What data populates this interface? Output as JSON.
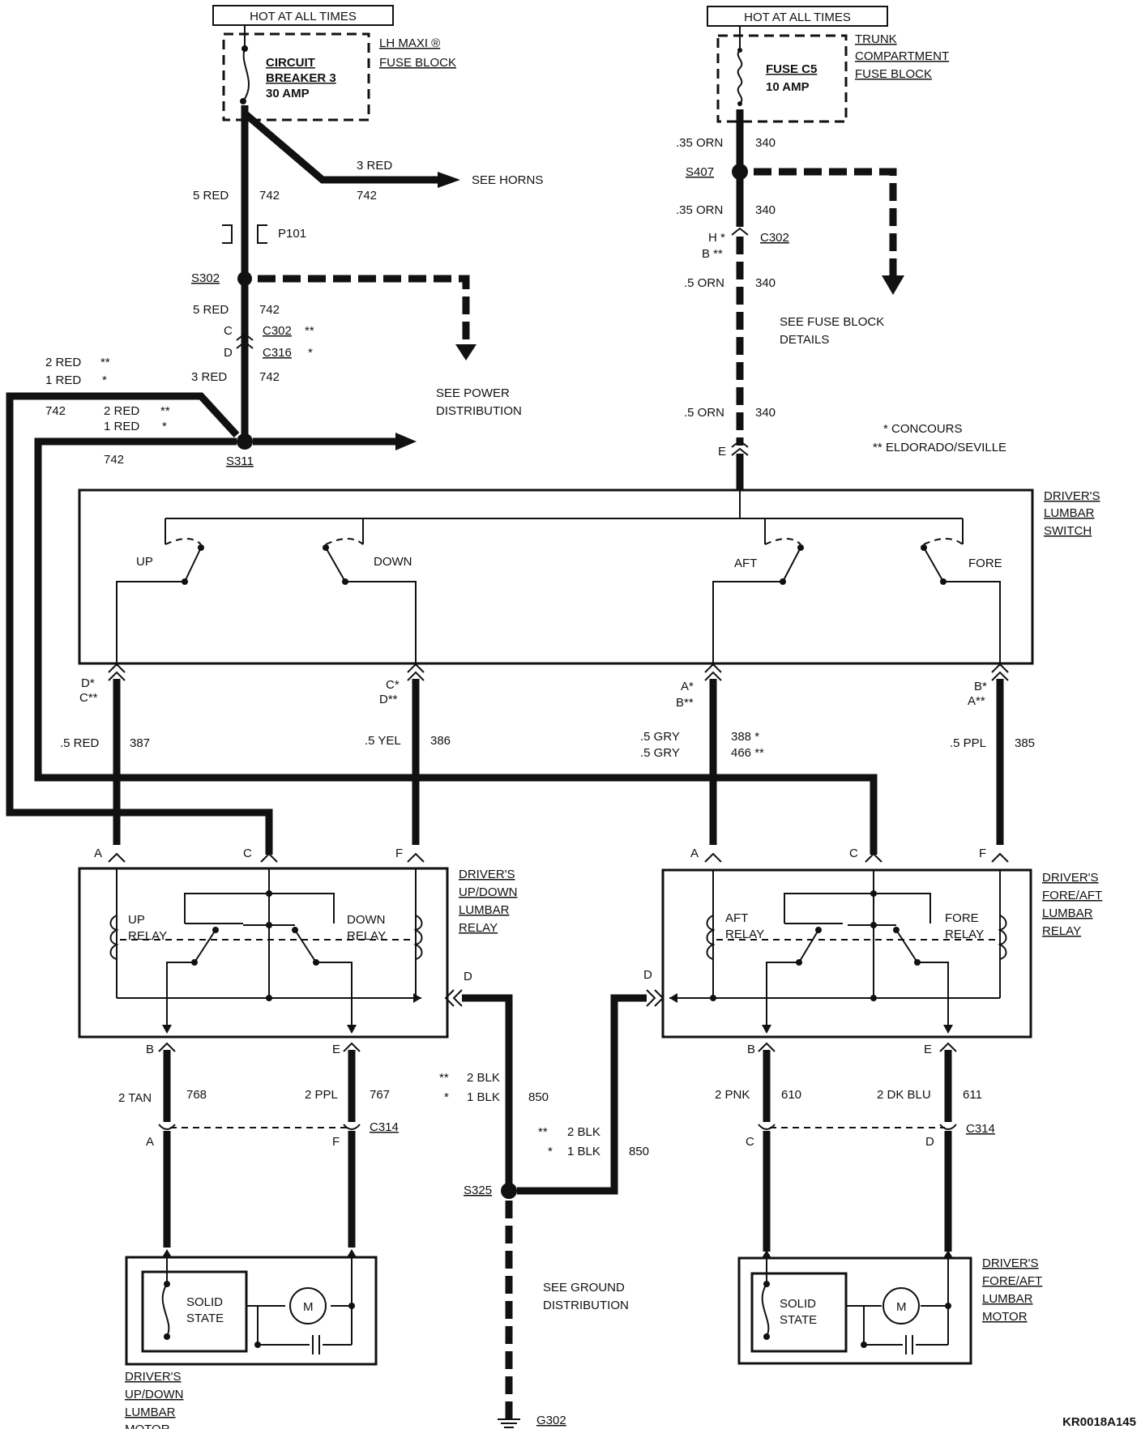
{
  "hot_left": "HOT AT ALL TIMES",
  "hot_right": "HOT AT ALL TIMES",
  "cb": {
    "l1": "CIRCUIT",
    "l2": "BREAKER 3",
    "l3": "30 AMP"
  },
  "lh_maxi": {
    "l1": "LH MAXI ®",
    "l2": "FUSE BLOCK"
  },
  "fuse": {
    "l1": "FUSE C5",
    "l2": "10 AMP"
  },
  "trunk": {
    "l1": "TRUNK",
    "l2": "COMPARTMENT",
    "l3": "FUSE BLOCK"
  },
  "left_wires": {
    "red3": "3 RED",
    "n742a": "742",
    "see_horns": "SEE HORNS",
    "red5a": "5 RED",
    "n742b": "742",
    "p101": "P101",
    "s302": "S302",
    "red5b": "5 RED",
    "n742c": "742",
    "c": "C",
    "c302": "C302",
    "c302s": "**",
    "d": "D",
    "c316": "C316",
    "c316s": "*",
    "red2": "2 RED",
    "red2s": "**",
    "red1": "1 RED",
    "red1s": "*",
    "red3b": "3 RED",
    "n742d": "742",
    "see_power": "SEE POWER",
    "see_power2": "DISTRIBUTION",
    "n742e": "742",
    "red2b": "2 RED",
    "red2bs": "**",
    "red1b": "1 RED",
    "red1bs": "*",
    "n742f": "742",
    "s311": "S311"
  },
  "right_wires": {
    "orn35a": ".35 ORN",
    "n340a": "340",
    "s407": "S407",
    "orn35b": ".35 ORN",
    "n340b": "340",
    "h": "H *",
    "b": "B **",
    "c302": "C302",
    "orn5a": ".5 ORN",
    "n340c": "340",
    "see_fuse": "SEE FUSE BLOCK",
    "see_fuse2": "DETAILS",
    "orn5b": ".5 ORN",
    "n340d": "340",
    "e": "E"
  },
  "legend": {
    "concours": "* CONCOURS",
    "eldorado": "** ELDORADO/SEVILLE"
  },
  "switch": {
    "title1": "DRIVER'S",
    "title2": "LUMBAR",
    "title3": "SWITCH",
    "up": "UP",
    "down": "DOWN",
    "aft": "AFT",
    "fore": "FORE",
    "c1a": "D*",
    "c1b": "C**",
    "c2a": "C*",
    "c2b": "D**",
    "c3a": "A*",
    "c3b": "B**",
    "c4a": "B*",
    "c4b": "A**"
  },
  "mid_wires": {
    "w1": ".5 RED",
    "n1": "387",
    "w2": ".5 YEL",
    "n2": "386",
    "w3a": ".5 GRY",
    "w3b": ".5 GRY",
    "n3a": "388 *",
    "n3b": "466 **",
    "w4": ".5 PPL",
    "n4": "385"
  },
  "relay_left": {
    "title1": "DRIVER'S",
    "title2": "UP/DOWN",
    "title3": "LUMBAR",
    "title4": "RELAY",
    "up1": "UP",
    "up2": "RELAY",
    "down1": "DOWN",
    "down2": "RELAY",
    "pa": "A",
    "pc": "C",
    "pf": "F",
    "pd": "D",
    "pb": "B",
    "pe": "E"
  },
  "relay_right": {
    "title1": "DRIVER'S",
    "title2": "FORE/AFT",
    "title3": "LUMBAR",
    "title4": "RELAY",
    "aft1": "AFT",
    "aft2": "RELAY",
    "fore1": "FORE",
    "fore2": "RELAY",
    "pa": "A",
    "pc": "C",
    "pf": "F",
    "pd": "D",
    "pb": "B",
    "pe": "E"
  },
  "bottom_left": {
    "tan": "2 TAN",
    "n768": "768",
    "ppl": "2 PPL",
    "n767": "767",
    "c314": "C314",
    "a": "A",
    "f": "F",
    "solid1": "SOLID",
    "solid2": "STATE",
    "m": "M",
    "t1": "DRIVER'S",
    "t2": "UP/DOWN",
    "t3": "LUMBAR",
    "t4": "MOTOR"
  },
  "ground": {
    "s1": "**",
    "blk2a": "2 BLK",
    "s2": "*",
    "blk1a": "1 BLK",
    "n850a": "850",
    "s3": "**",
    "blk2b": "2 BLK",
    "s4": "*",
    "blk1b": "1 BLK",
    "n850b": "850",
    "s325": "S325",
    "see_ground": "SEE GROUND",
    "see_ground2": "DISTRIBUTION",
    "g302": "G302"
  },
  "bottom_right": {
    "pnk": "2 PNK",
    "n610": "610",
    "dkblu": "2 DK BLU",
    "n611": "611",
    "c314": "C314",
    "c": "C",
    "d": "D",
    "solid1": "SOLID",
    "solid2": "STATE",
    "m": "M",
    "t1": "DRIVER'S",
    "t2": "FORE/AFT",
    "t3": "LUMBAR",
    "t4": "MOTOR"
  },
  "code": "KR0018A145"
}
